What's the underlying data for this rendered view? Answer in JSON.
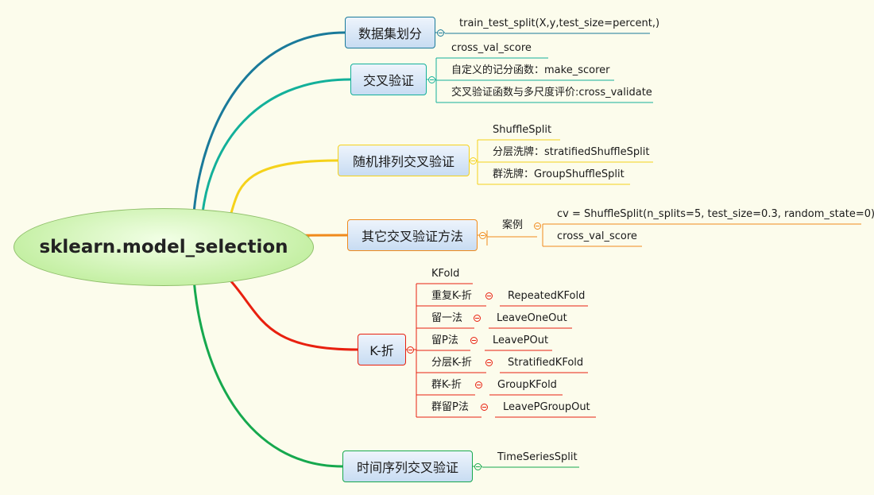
{
  "root": {
    "label": "sklearn.model_selection"
  },
  "branches": [
    {
      "label": "数据集划分",
      "color": "#1a7a9a",
      "children": [
        "train_test_split(X,y,test_size=percent,)"
      ]
    },
    {
      "label": "交叉验证",
      "color": "#13b09a",
      "children": [
        "cross_val_score",
        "自定义的记分函数：make_scorer",
        "交叉验证函数与多尺度评价:cross_validate"
      ]
    },
    {
      "label": "随机排列交叉验证",
      "color": "#f5d21a",
      "children": [
        "ShuffleSplit",
        "分层洗牌：stratifiedShuffleSplit",
        "群洗牌：GroupShuffleSplit"
      ]
    },
    {
      "label": "其它交叉验证方法",
      "color": "#f08a1c",
      "children": [
        {
          "label": "案例",
          "children": [
            "cv = ShuffleSplit(n_splits=5, test_size=0.3, random_state=0)",
            "cross_val_score"
          ]
        }
      ]
    },
    {
      "label": "K-折",
      "color": "#e8200f",
      "children": [
        "KFold",
        {
          "label": "重复K-折",
          "children": [
            "RepeatedKFold"
          ]
        },
        {
          "label": "留一法",
          "children": [
            "LeaveOneOut"
          ]
        },
        {
          "label": "留P法",
          "children": [
            "LeavePOut"
          ]
        },
        {
          "label": "分层K-折",
          "children": [
            "StratifiedKFold"
          ]
        },
        {
          "label": "群K-折",
          "children": [
            "GroupKFold"
          ]
        },
        {
          "label": "群留P法",
          "children": [
            "LeavePGroupOut"
          ]
        }
      ]
    },
    {
      "label": "时间序列交叉验证",
      "color": "#16a84e",
      "children": [
        "TimeSeriesSplit"
      ]
    }
  ]
}
